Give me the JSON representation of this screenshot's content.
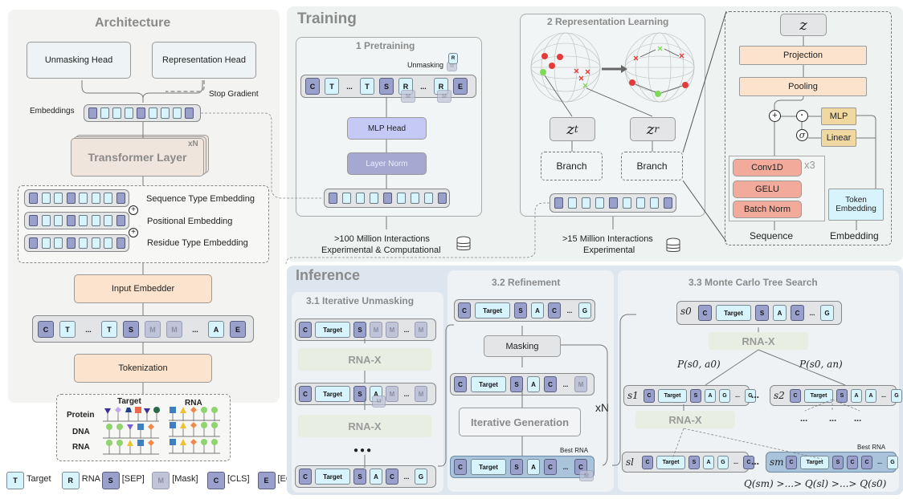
{
  "architecture": {
    "title": "Architecture",
    "unmasking_head": "Unmasking Head",
    "representation_head": "Representation Head",
    "stop_gradient": "Stop Gradient",
    "embeddings_label": "Embeddings",
    "transformer_layer": "Transformer Layer",
    "repeat": "xN",
    "embedding_rows": [
      "Sequence Type Embedding",
      "Positional Embedding",
      "Residue Type Embedding"
    ],
    "input_embedder": "Input Embedder",
    "tokenization": "Tokenization",
    "token_sequence": [
      "C",
      "T",
      "...",
      "T",
      "S",
      "M",
      "M",
      "...",
      "A",
      "E"
    ],
    "tokenization_table": {
      "col_target": "Target",
      "col_rna": "RNA",
      "rows": [
        "Protein",
        "DNA",
        "RNA"
      ]
    }
  },
  "legend": [
    {
      "token": "T",
      "label": "Target"
    },
    {
      "token": "R",
      "label": "RNA"
    },
    {
      "token": "S",
      "label": "[SEP]"
    },
    {
      "token": "M",
      "label": "[Mask]"
    },
    {
      "token": "C",
      "label": "[CLS]"
    },
    {
      "token": "E",
      "label": "[EOS]"
    }
  ],
  "training": {
    "title": "Training",
    "pretraining": {
      "title": "1 Pretraining",
      "unmasking_label": "Unmasking",
      "unmask_token": "R",
      "unmask_under": "M",
      "tokens": [
        "C",
        "T",
        "...",
        "T",
        "S",
        "R",
        "...",
        "R",
        "E"
      ],
      "mask_under": "M",
      "mlp_head": "MLP Head",
      "layer_norm": "Layer Norm",
      "data_line1": ">100 Million Interactions",
      "data_line2": "Experimental & Computational"
    },
    "representation": {
      "title": "2 Representation Learning",
      "z_t": "z",
      "z_t_sub": "t",
      "z_r": "z",
      "z_r_sub": "r",
      "branch_left": "Branch",
      "branch_right": "Branch",
      "data_line1": ">15 Million Interactions",
      "data_line2": "Experimental"
    },
    "branch_detail": {
      "z": "z",
      "projection": "Projection",
      "pooling": "Pooling",
      "mlp": "MLP",
      "linear": "Linear",
      "plus": "+",
      "dot": "·",
      "sigma": "σ",
      "conv1d": "Conv1D",
      "gelu": "GELU",
      "batch_norm": "Batch Norm",
      "repeat": "x3",
      "token_embedding": "Token Embedding",
      "sequence_label": "Sequence",
      "embedding_label": "Embedding"
    }
  },
  "inference": {
    "title": "Inference",
    "unmasking": {
      "title": "3.1 Iterative Unmasking",
      "row1": [
        "C",
        "Target",
        "S",
        "M",
        "M",
        "...",
        "M"
      ],
      "model": "RNA-X",
      "row2": [
        "C",
        "Target",
        "S",
        "A",
        "M",
        "...",
        "M"
      ],
      "row2_under": "M",
      "model2": "RNA-X",
      "ellipsis": "●●●",
      "row3": [
        "C",
        "Target",
        "S",
        "A",
        "C",
        "...",
        "G"
      ]
    },
    "refinement": {
      "title": "3.2 Refinement",
      "row1": [
        "C",
        "Target",
        "S",
        "A",
        "C",
        "...",
        "G"
      ],
      "masking": "Masking",
      "row2": [
        "C",
        "Target",
        "S",
        "A",
        "C",
        "...",
        "M"
      ],
      "iterative_generation": "Iterative Generation",
      "repeat": "xN",
      "best_label": "Best RNA",
      "row3": [
        "C",
        "Target",
        "S",
        "A",
        "C",
        "...",
        "C"
      ],
      "row3_under": "M"
    },
    "mcts": {
      "title": "3.3 Monte Carlo Tree Search",
      "s0_label": "s0",
      "s0": [
        "C",
        "Target",
        "S",
        "A",
        "C",
        "...",
        "G"
      ],
      "model": "RNA-X",
      "p_left": "P(s0, a0)",
      "p_right": "P(s0, an)",
      "s1_label": "s1",
      "s1": [
        "C",
        "Target",
        "S",
        "A",
        "G",
        "...",
        "G"
      ],
      "s2_label": "s2",
      "s2": [
        "C",
        "Target",
        "S",
        "A",
        "A",
        "...",
        "G"
      ],
      "between": "...",
      "model2": "RNA-X",
      "leaves": [
        "...",
        "...",
        "..."
      ],
      "best_label": "Best RNA",
      "sl_label": "sl",
      "sl": [
        "C",
        "Target",
        "S",
        "A",
        "G",
        "...",
        "C"
      ],
      "sm_label": "sm",
      "sm": [
        "C",
        "Target",
        "S",
        "C",
        "C",
        "...",
        "G"
      ],
      "q_order": "Q(sm) >...> Q(sl) >...> Q(s0)"
    }
  },
  "colors": {
    "target_token": "#d7f3fb",
    "special_token": "#9aa0cc",
    "mask_token": "#c0c4d8",
    "peach": "#fbe3cd",
    "salmon": "#f2aa9b",
    "tan": "#f1d8a0",
    "mlp_blue": "#c5c9f5",
    "best_rna": "#a9c3db"
  }
}
